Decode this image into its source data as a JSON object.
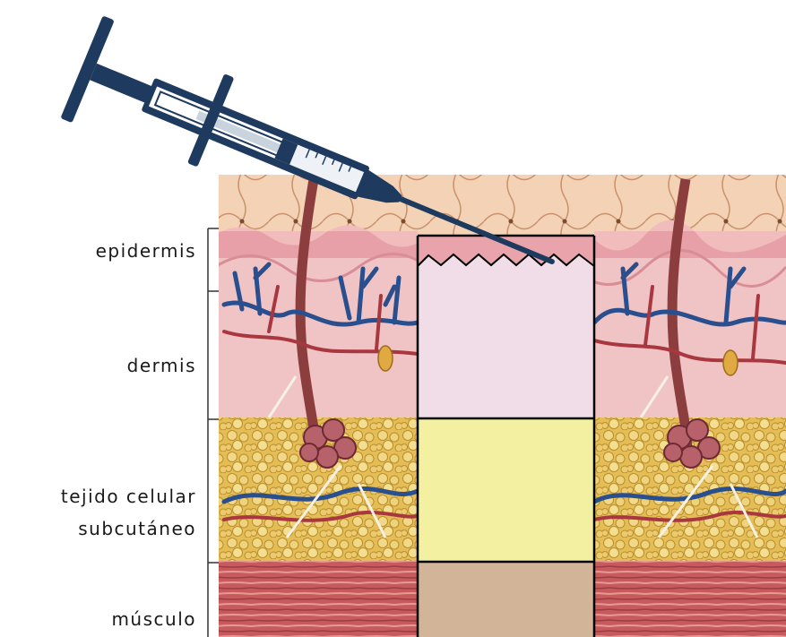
{
  "labels": {
    "epidermis": "epidermis",
    "dermis": "dermis",
    "subcutaneous": [
      "tejido celular",
      "subcutáneo"
    ],
    "muscle": "músculo"
  },
  "colors": {
    "background": "#ffffff",
    "skin_surface": "#f1cdb0",
    "epidermis": "#e9a3aa",
    "dermis": "#f0c4c6",
    "fat": "#e6c45c",
    "muscle": "#c7565a",
    "vein_blue": "#2a4f8e",
    "artery_red": "#a5383f",
    "diagram_epidermis_band": "#e9a3aa",
    "diagram_dermis": "#f0dde8",
    "diagram_subcutaneous": "#f4f0a2",
    "diagram_muscle": "#d2b498",
    "syringe_navy": "#1e3a5f",
    "outline": "#000000"
  },
  "icons": {
    "syringe": "syringe-icon",
    "needle": "needle-icon"
  }
}
